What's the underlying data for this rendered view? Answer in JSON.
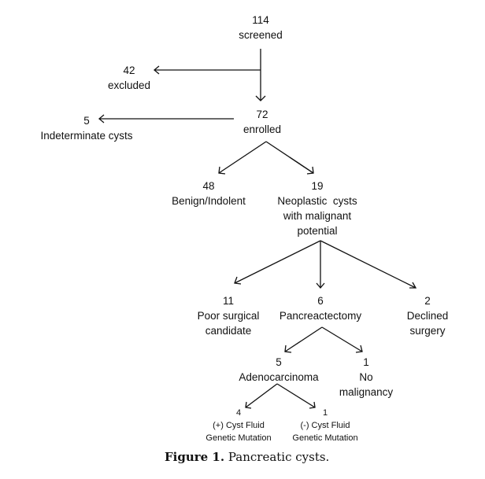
{
  "nodes": {
    "screened": {
      "count": "114",
      "label": "screened"
    },
    "excluded": {
      "count": "42",
      "label": "excluded"
    },
    "enrolled": {
      "count": "72",
      "label": "enrolled"
    },
    "indeterminate": {
      "count": "5",
      "label": "Indeterminate cysts"
    },
    "benign": {
      "count": "48",
      "label": "Benign/Indolent"
    },
    "neoplastic": {
      "count": "19",
      "label1": "Neoplastic  cysts",
      "label2": "with malignant",
      "label3": "potential"
    },
    "poor": {
      "count": "11",
      "label1": "Poor surgical",
      "label2": "candidate"
    },
    "pancreatectomy": {
      "count": "6",
      "label": "Pancreactectomy"
    },
    "declined": {
      "count": "2",
      "label1": "Declined",
      "label2": "surgery"
    },
    "adeno": {
      "count": "5",
      "label": "Adenocarcinoma"
    },
    "nomalig": {
      "count": "1",
      "label1": "No",
      "label2": "malignancy"
    },
    "pos": {
      "count": "4",
      "label1": "(+) Cyst Fluid",
      "label2": "Genetic Mutation"
    },
    "neg": {
      "count": "1",
      "label1": "(-) Cyst Fluid",
      "label2": "Genetic Mutation"
    }
  },
  "caption": {
    "prefix": "Figure 1.",
    "text": " Pancreatic cysts."
  }
}
